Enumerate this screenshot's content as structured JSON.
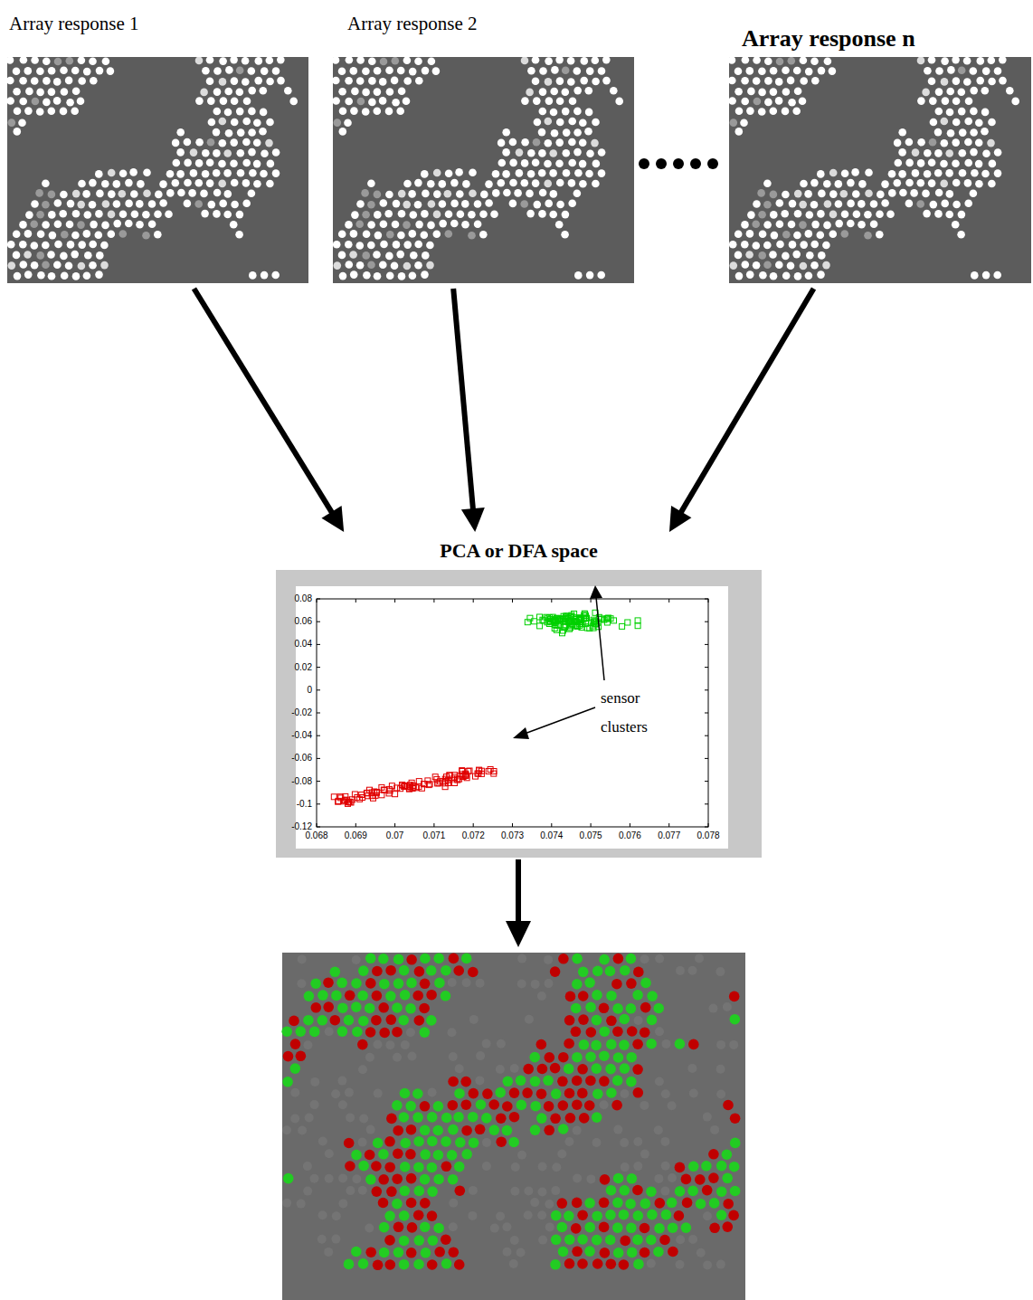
{
  "diagram": {
    "nodes": [
      {
        "text": [
          "Array response 1"
        ]
      },
      {
        "text": [
          "Array response 2"
        ]
      },
      {
        "text": [
          "Array response n"
        ]
      },
      {
        "text": [
          "PCA or DFA space"
        ]
      }
    ],
    "edges": [
      {
        "from": 0,
        "to": 3,
        "arrow": "to"
      },
      {
        "from": 1,
        "to": 3,
        "arrow": "to"
      },
      {
        "from": 2,
        "to": 3,
        "arrow": "to"
      }
    ],
    "labels": [
      "sensor clusters",
      "0.08",
      "0.06",
      "0.04",
      "0.02",
      "0",
      "-0.02",
      "-0.04",
      "-0.06",
      "-0.08",
      "-0.1",
      "-0.12",
      "0.068",
      "0.069",
      "0.07",
      "0.071",
      "0.072",
      "0.073",
      "0.074",
      "0.075",
      "0.076",
      "0.077",
      "0.078"
    ]
  }
}
